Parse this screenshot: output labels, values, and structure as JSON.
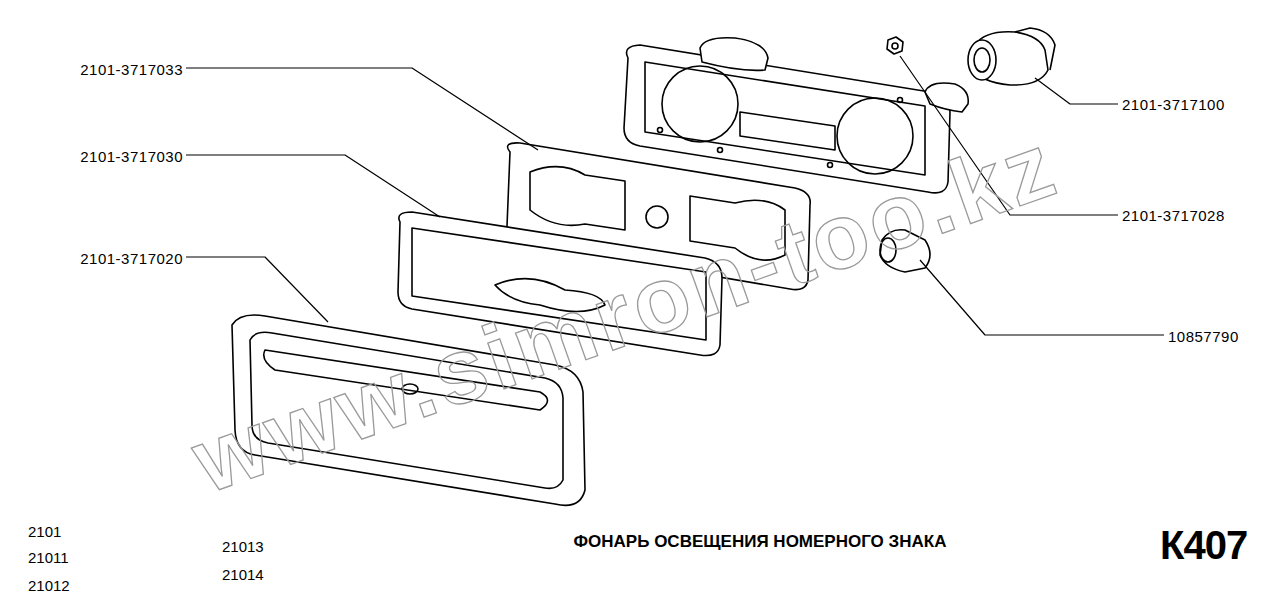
{
  "diagram": {
    "title": "ФОНАРЬ ОСВЕЩЕНИЯ НОМЕРНОГО ЗНАКА",
    "labels": [
      "2101-3717033",
      "2101-3717030",
      "2101-3717020",
      "2101-3717100",
      "2101-3717028",
      "10857790",
      "2101",
      "21011",
      "21012",
      "21013",
      "21014",
      "К407",
      "www.simron-too.kz"
    ]
  }
}
